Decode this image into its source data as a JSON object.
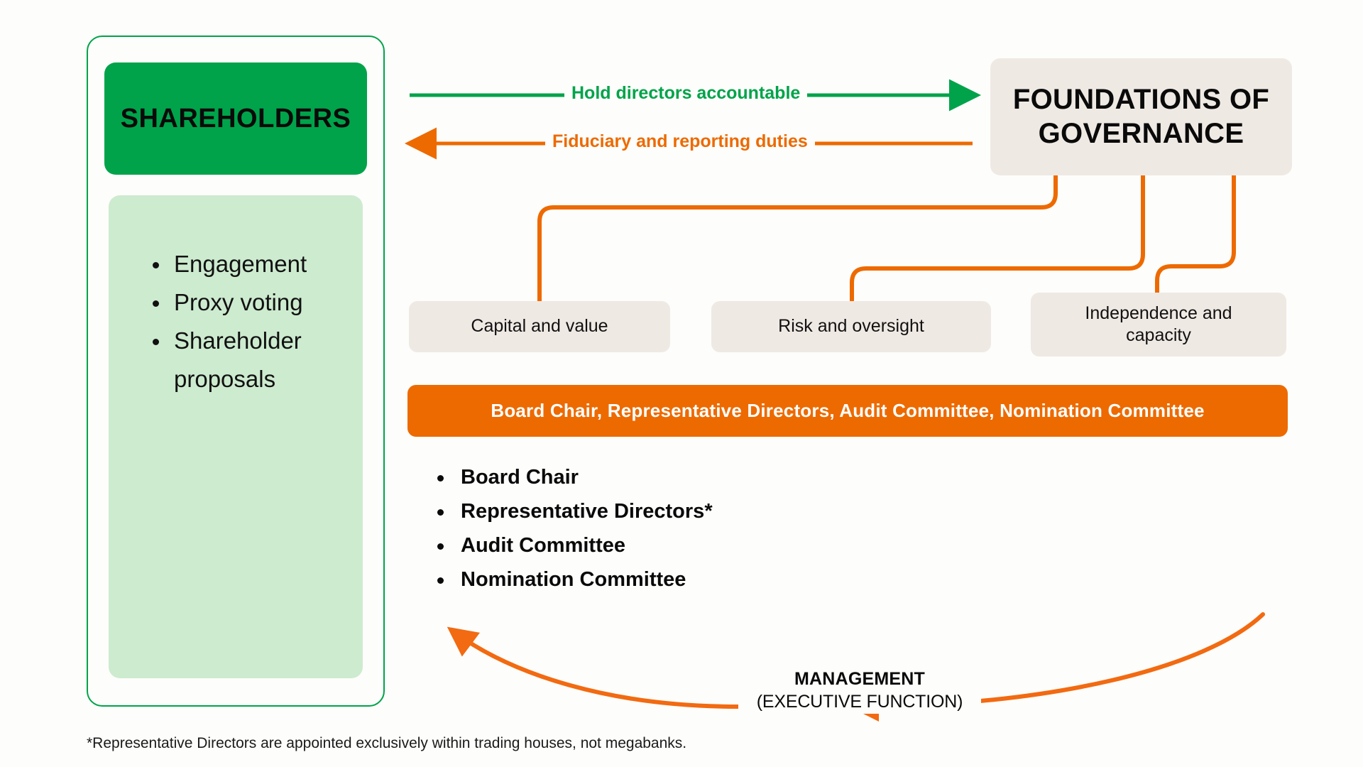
{
  "colors": {
    "background": "#FDFDFB",
    "green": "#00A34A",
    "green_light": "#CDEBCF",
    "orange": "#ED6A00",
    "beige": "#EFE9E4",
    "text": "#0A0A0A"
  },
  "shareholders": {
    "title": "SHAREHOLDERS",
    "items": [
      "Engagement",
      "Proxy voting",
      "Shareholder proposals"
    ]
  },
  "foundations": {
    "title_line1": "FOUNDATIONS OF",
    "title_line2": "GOVERNANCE"
  },
  "arrows": {
    "accountable": "Hold directors accountable",
    "fiduciary": "Fiduciary and reporting duties"
  },
  "pillars": [
    {
      "label": "Capital and value"
    },
    {
      "label": "Risk and oversight"
    },
    {
      "label_line1": "Independence and",
      "label_line2": "capacity"
    }
  ],
  "board": {
    "banner": "Board Chair, Representative Directors, Audit Committee, Nomination Committee",
    "items": [
      "Board Chair",
      "Representative Directors*",
      "Audit Committee",
      "Nomination Committee"
    ]
  },
  "management": {
    "title": "MANAGEMENT",
    "subtitle": "(EXECUTIVE FUNCTION)"
  },
  "footnote": "*Representative Directors are appointed exclusively within trading houses, not megabanks."
}
